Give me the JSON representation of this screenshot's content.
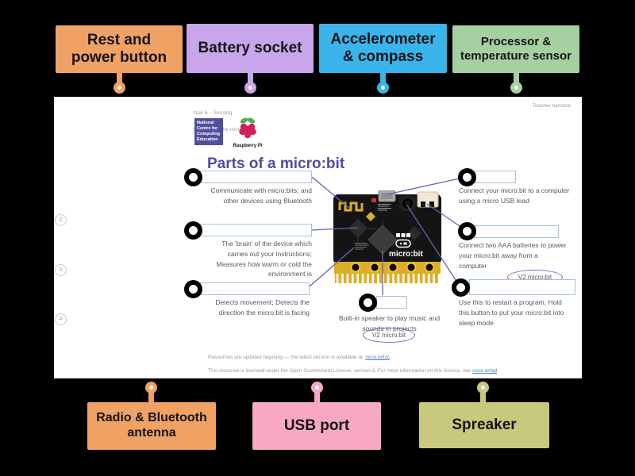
{
  "colors": {
    "background": "#000000",
    "label_orange": "#f0a164",
    "label_purple": "#c9a5ec",
    "label_blue": "#3ab5ec",
    "label_green": "#a7d0a2",
    "label_pink": "#f8a9c2",
    "label_olive": "#c9c97d",
    "doc_title_purple": "#4f4da0",
    "connector_line_purple": "#6b61b8",
    "answer_box_border": "#9dc3e6",
    "board_gold": "#dcae25"
  },
  "top_labels": [
    {
      "text": "Rest and\npower button"
    },
    {
      "text": "Battery socket"
    },
    {
      "text": "Accelerometer\n& compass"
    },
    {
      "text": "Processor &\ntemperature sensor"
    }
  ],
  "bottom_labels": [
    {
      "text": "Radio & Bluetooth\nantenna"
    },
    {
      "text": "USB port"
    },
    {
      "text": "Spreaker"
    }
  ],
  "document": {
    "header": {
      "unit": "Year 6 – Sensing",
      "lesson": "Lesson 7 – The micro:bit",
      "handout_type": "Teacher handout"
    },
    "logos": {
      "ncce": "National\nCentre for\nComputing\nEducation",
      "raspberry_pi": "Raspberry Pi"
    },
    "page_numbers": [
      "2",
      "3",
      "4"
    ],
    "title": "Parts of a micro:bit",
    "board": {
      "brand": "micro:bit"
    },
    "callouts": {
      "bluetooth": "Communicate with micro:bits; and\nother devices using Bluetooth",
      "processor": "The 'brain' of the device which\ncarries out your instructions;\nMeasures how warm or cold the\nenvironment is",
      "accelerometer": "Detects movement; Detects the\ndirection the micro:bit is facing",
      "speaker": "Built-in speaker to play music and\nsounds in  projects",
      "usb": "Connect your micro:bit to a computer\nusing a micro USB lead",
      "battery": "Connect two AAA batteries to power\nyour micro:bit away from a\ncomputer",
      "reset": "Use this to restart a program; Hold\nthis button to put your micro:bit into\nsleep mode",
      "v2_badge": "V2 micro:bit"
    },
    "footer": {
      "line1_prefix": "Resources are updated regularly — the latest version is available at: ",
      "line1_link": "ncce.io/tcc",
      "line1_suffix": ".",
      "line2_prefix": "This resource is licensed under the Open Government Licence, version 3. For more information on this licence, see ",
      "line2_link": "ncce.io/ogl"
    }
  }
}
